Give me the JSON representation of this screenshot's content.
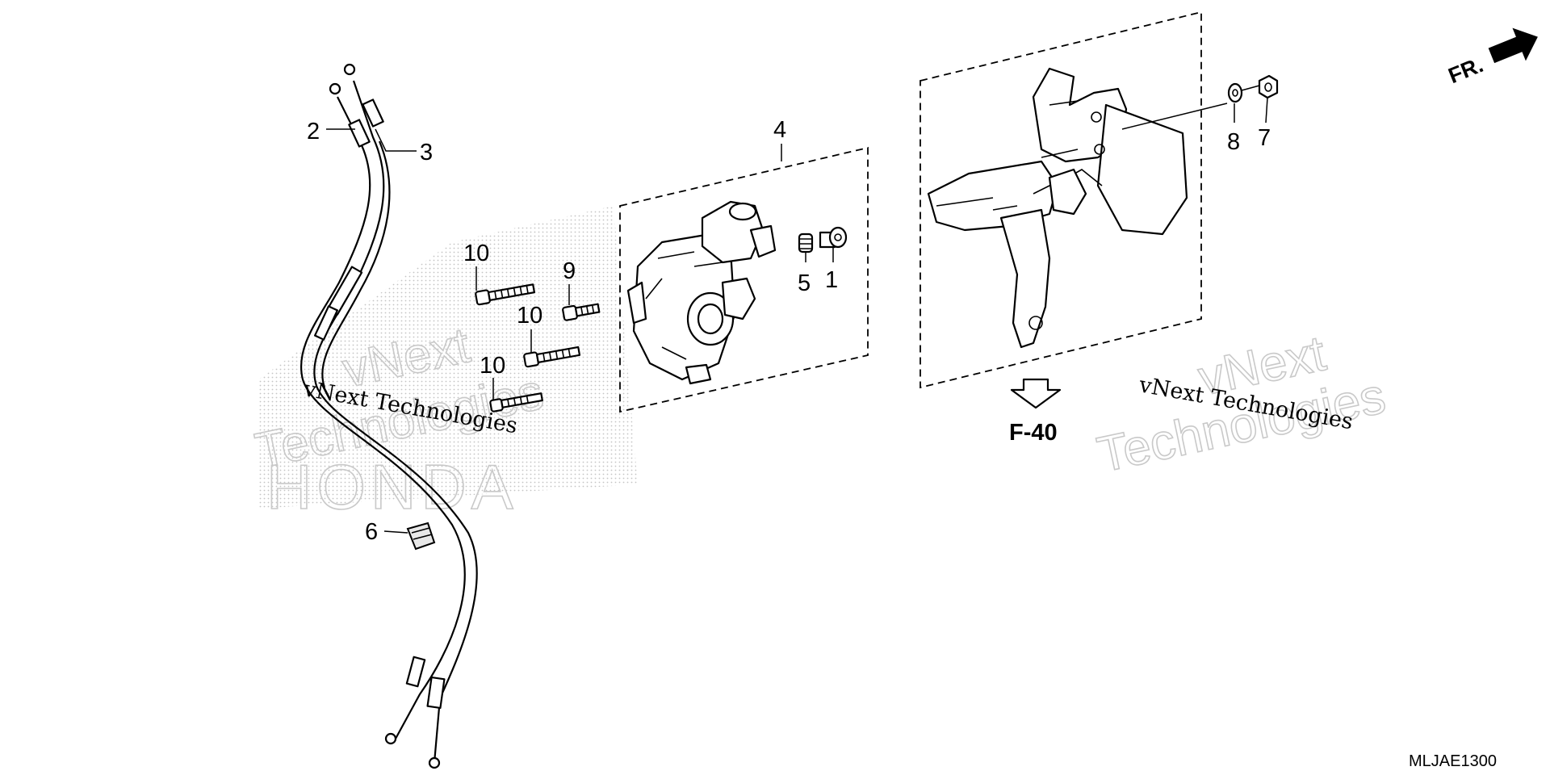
{
  "diagram": {
    "callouts": {
      "c1": "1",
      "c2": "2",
      "c3": "3",
      "c4": "4",
      "c5": "5",
      "c6": "6",
      "c7": "7",
      "c8": "8",
      "c9": "9",
      "c10a": "10",
      "c10b": "10",
      "c10c": "10"
    },
    "reference": "F-40",
    "direction": "FR.",
    "diagram_code": "MLJAE1300",
    "watermarks": {
      "left_line1": "vNext Technologies",
      "left_outline1": "vNext",
      "left_outline2": "Technologies",
      "left_outline3": "HONDA",
      "right_line1": "vNext Technologies",
      "right_outline1": "vNext",
      "right_outline2": "Technologies"
    }
  }
}
